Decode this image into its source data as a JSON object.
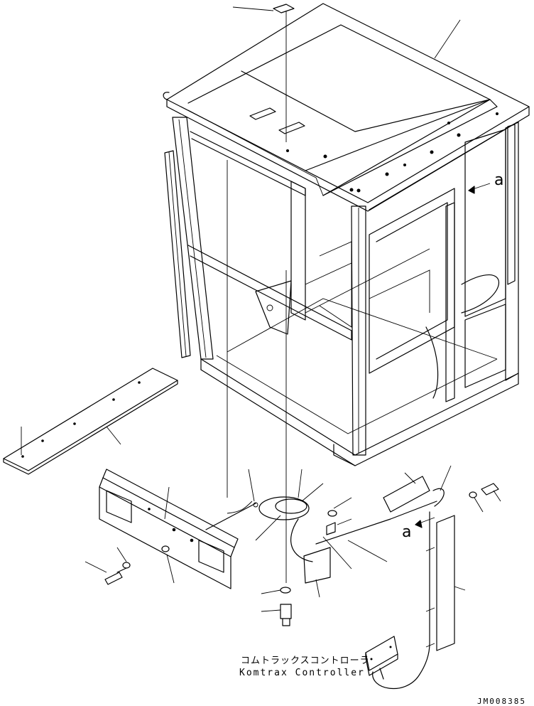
{
  "labels": {
    "controller_jp": "コムトラックスコントローラ",
    "controller_en": "Komtrax Controller",
    "view_marker_top": "a",
    "view_marker_mid": "a",
    "drawing_code": "JM008385"
  }
}
